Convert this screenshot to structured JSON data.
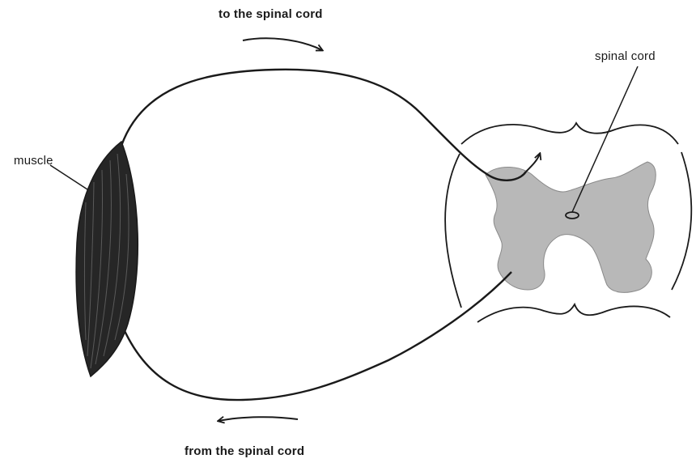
{
  "labels": {
    "to_spinal_cord": "to the spinal cord",
    "from_spinal_cord": "from the spinal cord",
    "muscle": "muscle",
    "spinal_cord": "spinal cord"
  },
  "colors": {
    "ink": "#1a1a1a",
    "grey_matter": "#b8b8b8",
    "background": "#ffffff"
  }
}
